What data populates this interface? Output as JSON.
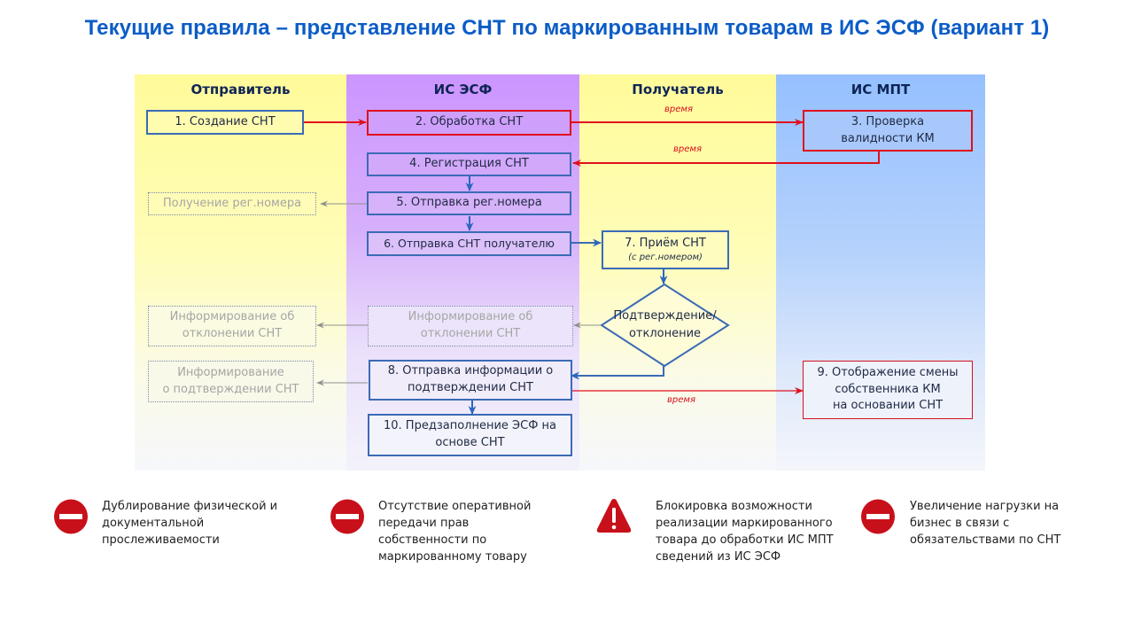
{
  "title": "Текущие правила – представление СНТ по маркированным товарам в ИС ЭСФ (вариант 1)",
  "lanes": [
    {
      "label": "Отправитель"
    },
    {
      "label": "ИС ЭСФ"
    },
    {
      "label": "Получатель"
    },
    {
      "label": "ИС МПТ"
    }
  ],
  "steps": {
    "s1": "1. Создание СНТ",
    "s2": "2. Обработка СНТ",
    "s3_line1": "3. Проверка",
    "s3_line2": "валидности КМ",
    "s4": "4. Регистрация СНТ",
    "s5": "5. Отправка рег.номера",
    "s5_receive": "Получение рег.номера",
    "s6": "6. Отправка СНТ получателю",
    "s7": "7. Приём СНТ",
    "s7_sub": "(с рег.номером)",
    "decision_line1": "Подтверждение/",
    "decision_line2": "отклонение",
    "reject_esf_line1": "Информирование  об",
    "reject_esf_line2": "отклонении СНТ",
    "reject_sender_line1": "Информирование  об",
    "reject_sender_line2": "отклонении СНТ",
    "confirm_sender_line1": "Информирование",
    "confirm_sender_line2": "о подтверждении СНТ",
    "s8_line1": "8. Отправка информации о",
    "s8_line2": "подтверждении СНТ",
    "s9_line1": "9. Отображение смены",
    "s9_line2": "собственника КМ",
    "s9_line3": "на основании СНТ",
    "s10_line1": "10. Предзаполнение ЭСФ на",
    "s10_line2": "основе СНТ"
  },
  "time_labels": {
    "t1": "время",
    "t2": "время",
    "t3": "время"
  },
  "colors": {
    "title": "#0b5cc7",
    "flow_blue": "#3b6bb5",
    "flow_red": "#e0101e",
    "stop_icon": "#c8101a",
    "warning_icon": "#c8101a"
  },
  "issues": [
    {
      "icon": "stop-icon",
      "lines": [
        "Дублирование физической и",
        "документальной",
        "прослеживаемости"
      ]
    },
    {
      "icon": "stop-icon",
      "lines": [
        "Отсутствие оперативной",
        "передачи прав",
        "собственности по",
        "маркированному товару"
      ]
    },
    {
      "icon": "warning-icon",
      "lines": [
        "Блокировка  возможности",
        "реализации маркированного",
        "товара до обработки ИС МПТ",
        "сведений из ИС ЭСФ"
      ]
    },
    {
      "icon": "stop-icon",
      "lines": [
        "Увеличение нагрузки на",
        "бизнес в связи с",
        "обязательствами по СНТ"
      ]
    }
  ]
}
